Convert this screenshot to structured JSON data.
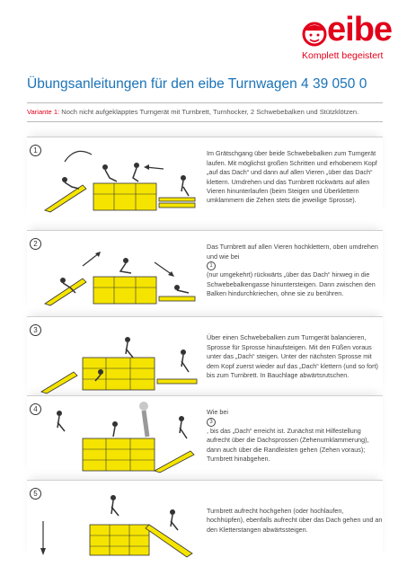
{
  "brand": {
    "name": "eibe",
    "tagline": "Komplett begeistert",
    "color": "#e2001a"
  },
  "title": "Übungsanleitungen für den eibe Turnwagen 4 39 050 0",
  "variant": {
    "label": "Variante 1:",
    "text": " Noch nicht aufgeklapptes Turngerät mit Turnbrett, Turnhocker, 2 Schwebebalken und Stützklötzen."
  },
  "colors": {
    "title": "#1a73b8",
    "equipment": "#f5e400",
    "equipment_outline": "#333333"
  },
  "steps": [
    {
      "number": "1",
      "text": "Im Grätschgang über beide Schwebebalken zum Turngerät laufen. Mit möglichst großen Schritten und erhobenem Kopf „auf das Dach“ und dann auf allen Vieren „über das Dach“ klettern. Umdrehen und das Turnbrett rückwärts auf allen Vieren hinunterlaufen (beim Steigen und Überklettern umklammern die Zehen stets die jeweilige Sprosse)."
    },
    {
      "number": "2",
      "text_a": "Das Turnbrett auf allen Vieren hochklettern, oben umdrehen und wie bei ",
      "ref": "1",
      "text_b": " (nur umgekehrt) rückwärts „über das Dach“ hinweg in die Schwebebalkengasse hinuntersteigen. Dann zwischen den Balken hindurchkriechen, ohne sie zu berühren."
    },
    {
      "number": "3",
      "text": "Über einen Schwebebalken zum Turngerät balancieren, Sprosse für Sprosse hinaufsteigen. Mit den Füßen voraus unter das „Dach“ steigen. Unter der nächsten Sprosse mit dem Kopf zuerst wieder auf das „Dach“ klettern (und so fort) bis zum Turnbrett. In Bauchlage abwärtsrutschen."
    },
    {
      "number": "4",
      "text_a": "Wie bei ",
      "ref": "3",
      "text_b": ", bis das „Dach“ erreicht ist. Zunächst mit Hilfestellung aufrecht über die Dachsprossen (Zehenumklammerung), dann auch über die Randleisten gehen (Zehen voraus); Turnbrett hinabgehen."
    },
    {
      "number": "5",
      "text": "Turnbrett aufrecht hochgehen (oder hochlaufen, hochhüpfen), ebenfalls aufrecht über das Dach gehen und an den Kletterstangen abwärtssteigen."
    }
  ]
}
